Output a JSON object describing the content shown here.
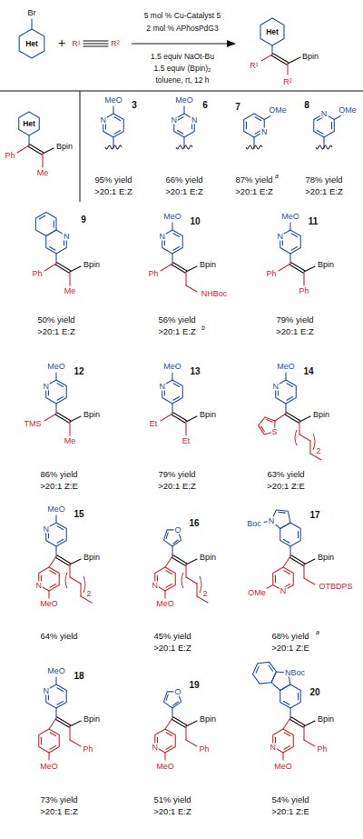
{
  "diagram": {
    "labels": [
      "Br",
      "Het",
      "+",
      "R¹",
      "R²",
      "5 mol % Cu-Catalyst 5",
      "2 mol % APhosPdG3",
      "1.5 equiv NaOt-Bu",
      "1.5 equiv (Bpin)₂",
      "toluene, rt, 12 h",
      "Het",
      "Bpin",
      "R¹",
      "R²",
      "Het",
      "Bpin",
      "Ph",
      "Me",
      "MeO",
      "N",
      "3",
      "95% yield",
      ">20:1 E:Z",
      "MeO",
      "N",
      "N",
      "6",
      "66% yield",
      ">20:1 E:Z",
      "OMe",
      "N",
      "7",
      "87% yield",
      "a",
      ">20:1 E:Z",
      "N",
      "OMe",
      "8",
      "78% yield",
      ">20:1 E:Z",
      "N",
      "9",
      "Bpin",
      "Ph",
      "Me",
      "50% yield",
      ">20:1 E:Z",
      "MeO",
      "N",
      "10",
      "Bpin",
      "Ph",
      "NHBoc",
      "56% yield",
      ">20:1 E:Z",
      "b",
      "MeO",
      "N",
      "11",
      "Bpin",
      "Ph",
      "Ph",
      "79% yield",
      ">20:1 E:Z",
      "MeO",
      "N",
      "12",
      "Bpin",
      "TMS",
      "Me",
      "86% yield",
      ">20:1 Z:E",
      "MeO",
      "N",
      "13",
      "Bpin",
      "Et",
      "Et",
      "79% yield",
      ">20:1 E:Z",
      "MeO",
      "N",
      "14",
      "Bpin",
      "S",
      "2",
      "63% yield",
      ">20:1 Z:E",
      "MeO",
      "N",
      "15",
      "Bpin",
      "N",
      "MeO",
      "2",
      "64% yield",
      "O",
      "16",
      "Bpin",
      "N",
      "MeO",
      "2",
      "45% yield",
      ">20:1 E:Z",
      "Boc",
      "N",
      "17",
      "Bpin",
      "OTBDPS",
      "N",
      "OMe",
      "68% yield",
      "a",
      ">20:1 Z:E",
      "MeO",
      "N",
      "18",
      "Bpin",
      "Ph",
      "MeO",
      "73% yield",
      ">20:1 E:Z",
      "O",
      "19",
      "Bpin",
      "Ph",
      "N",
      "MeO",
      "51% yield",
      ">20:1 E:Z",
      "NBoc",
      "20",
      "Bpin",
      "Ph",
      "N",
      "MeO",
      "54% yield",
      ">20:1 Z:E"
    ]
  }
}
